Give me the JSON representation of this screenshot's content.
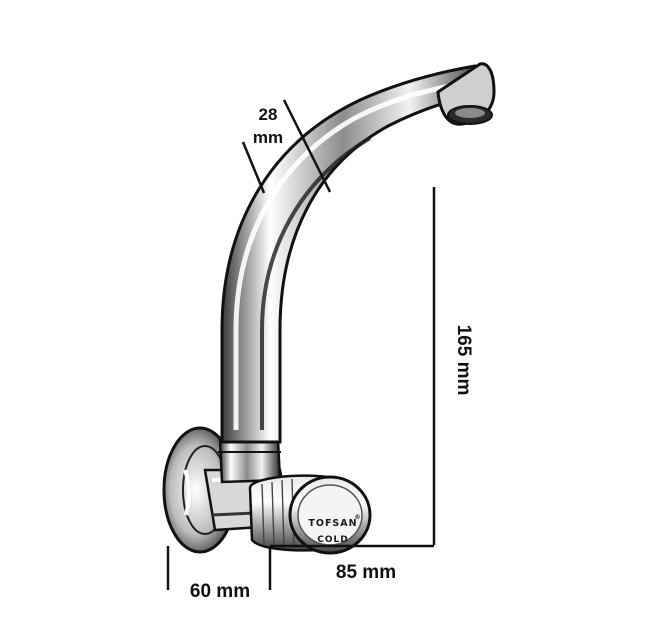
{
  "diagram": {
    "dimensions": {
      "pipe_diameter": {
        "value": "28",
        "unit": "mm"
      },
      "height": "165 mm",
      "spout_reach": "85 mm",
      "base_depth": "60 mm"
    },
    "knob": {
      "brand": "TOFSAN",
      "brand_mark": "®",
      "label": "COLD"
    }
  }
}
